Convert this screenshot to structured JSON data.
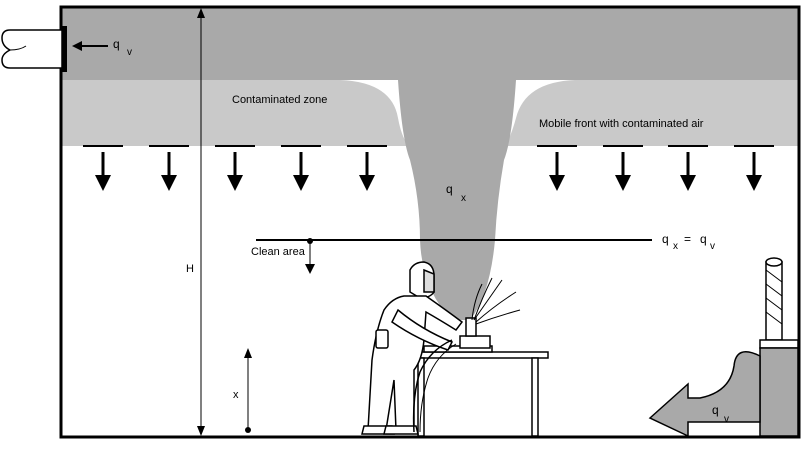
{
  "labels": {
    "contaminated_zone": "Contaminated zone",
    "mobile_front": "Mobile front with contaminated air",
    "clean_area": "Clean area",
    "height": "H",
    "x_height": "x"
  },
  "symbols": {
    "q": "q",
    "sub_v": "v",
    "sub_x": "x",
    "equals": "="
  },
  "colors": {
    "dark_zone": "#a9a9a9",
    "light_zone": "#c9c9c9",
    "plume": "#a9a9a9",
    "outline": "#000000",
    "background": "#ffffff"
  }
}
